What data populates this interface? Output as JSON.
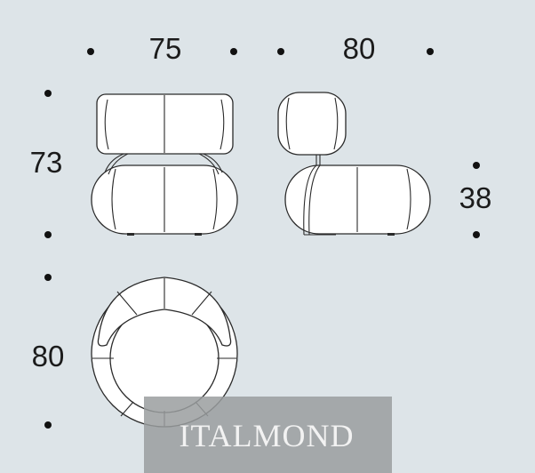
{
  "dimensions": {
    "front_width": "75",
    "side_depth": "80",
    "height": "73",
    "seat_height": "38",
    "top_depth": "80"
  },
  "watermark": {
    "text": "ITALMOND"
  },
  "colors": {
    "background": "#dde4e8",
    "outline": "#2a2a2a",
    "fill": "#ffffff"
  }
}
